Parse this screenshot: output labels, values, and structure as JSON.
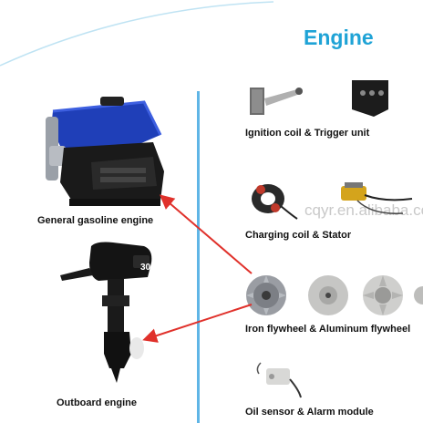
{
  "title": "Engine",
  "watermark": "cqyr.en.alibaba.com",
  "left_products": [
    {
      "label": "General gasoline engine"
    },
    {
      "label": "Outboard engine",
      "badge": "30"
    }
  ],
  "right_parts": [
    {
      "label": "Ignition coil & Trigger unit"
    },
    {
      "label": "Charging coil & Stator"
    },
    {
      "label": "Iron flywheel & Aluminum flywheel"
    },
    {
      "label": "Oil sensor & Alarm module"
    }
  ],
  "colors": {
    "title": "#1fa3d6",
    "divider": "#5fb5e6",
    "arrows": "#e0312b",
    "engine_blue": "#1f3fb8"
  }
}
